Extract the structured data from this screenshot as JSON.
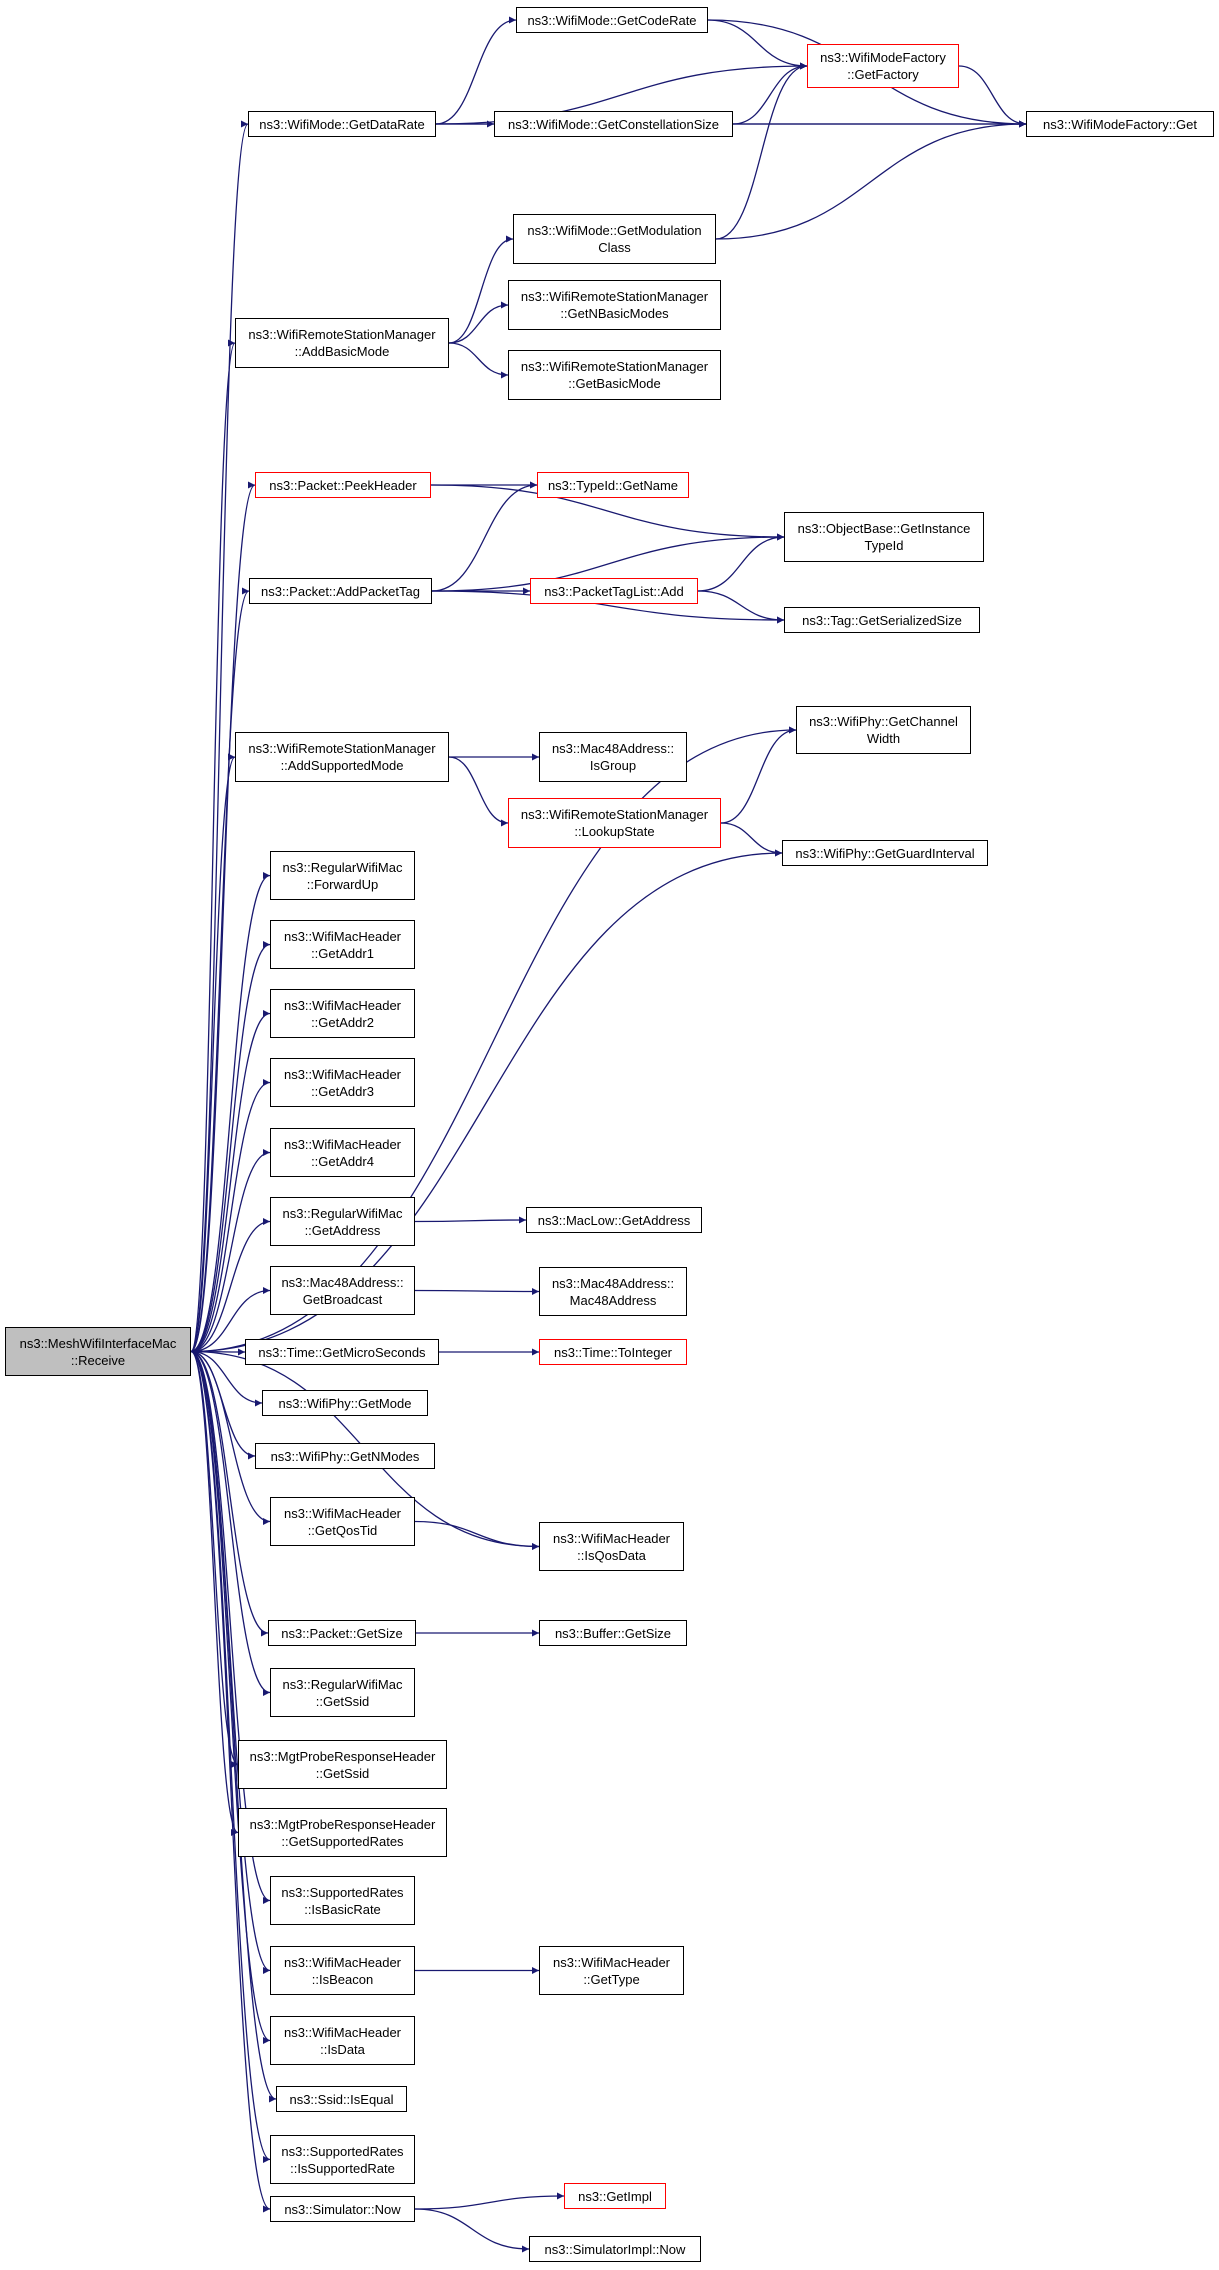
{
  "colors": {
    "edge": "#191970",
    "border": "#000000",
    "border_incomplete": "#ff0000",
    "root_fill": "#bfbfbf"
  },
  "nodes": [
    {
      "id": "root",
      "lines": [
        "ns3::MeshWifiInterfaceMac",
        "::Receive"
      ],
      "style": "root"
    },
    {
      "id": "getcoderate",
      "lines": [
        "ns3::WifiMode::GetCodeRate"
      ],
      "style": "normal"
    },
    {
      "id": "getfactory",
      "lines": [
        "ns3::WifiModeFactory",
        "::GetFactory"
      ],
      "style": "red"
    },
    {
      "id": "getdatarate",
      "lines": [
        "ns3::WifiMode::GetDataRate"
      ],
      "style": "normal"
    },
    {
      "id": "getconst",
      "lines": [
        "ns3::WifiMode::GetConstellationSize"
      ],
      "style": "normal"
    },
    {
      "id": "factoryget",
      "lines": [
        "ns3::WifiModeFactory::Get"
      ],
      "style": "normal"
    },
    {
      "id": "getmodclass",
      "lines": [
        "ns3::WifiMode::GetModulation",
        "Class"
      ],
      "style": "normal"
    },
    {
      "id": "addbasic",
      "lines": [
        "ns3::WifiRemoteStationManager",
        "::AddBasicMode"
      ],
      "style": "normal"
    },
    {
      "id": "getnbasic",
      "lines": [
        "ns3::WifiRemoteStationManager",
        "::GetNBasicModes"
      ],
      "style": "normal"
    },
    {
      "id": "getbasic",
      "lines": [
        "ns3::WifiRemoteStationManager",
        "::GetBasicMode"
      ],
      "style": "normal"
    },
    {
      "id": "peekheader",
      "lines": [
        "ns3::Packet::PeekHeader"
      ],
      "style": "red"
    },
    {
      "id": "getname",
      "lines": [
        "ns3::TypeId::GetName"
      ],
      "style": "red"
    },
    {
      "id": "getinstance",
      "lines": [
        "ns3::ObjectBase::GetInstance",
        "TypeId"
      ],
      "style": "normal"
    },
    {
      "id": "addpackettag",
      "lines": [
        "ns3::Packet::AddPacketTag"
      ],
      "style": "normal"
    },
    {
      "id": "ptladd",
      "lines": [
        "ns3::PacketTagList::Add"
      ],
      "style": "red"
    },
    {
      "id": "tagsize",
      "lines": [
        "ns3::Tag::GetSerializedSize"
      ],
      "style": "normal"
    },
    {
      "id": "chanwidth",
      "lines": [
        "ns3::WifiPhy::GetChannel",
        "Width"
      ],
      "style": "normal"
    },
    {
      "id": "addsupported",
      "lines": [
        "ns3::WifiRemoteStationManager",
        "::AddSupportedMode"
      ],
      "style": "normal"
    },
    {
      "id": "isgroup",
      "lines": [
        "ns3::Mac48Address::",
        "IsGroup"
      ],
      "style": "normal"
    },
    {
      "id": "lookup",
      "lines": [
        "ns3::WifiRemoteStationManager",
        "::LookupState"
      ],
      "style": "red"
    },
    {
      "id": "guard",
      "lines": [
        "ns3::WifiPhy::GetGuardInterval"
      ],
      "style": "normal"
    },
    {
      "id": "forwardup",
      "lines": [
        "ns3::RegularWifiMac",
        "::ForwardUp"
      ],
      "style": "normal"
    },
    {
      "id": "addr1",
      "lines": [
        "ns3::WifiMacHeader",
        "::GetAddr1"
      ],
      "style": "normal"
    },
    {
      "id": "addr2",
      "lines": [
        "ns3::WifiMacHeader",
        "::GetAddr2"
      ],
      "style": "normal"
    },
    {
      "id": "addr3",
      "lines": [
        "ns3::WifiMacHeader",
        "::GetAddr3"
      ],
      "style": "normal"
    },
    {
      "id": "addr4",
      "lines": [
        "ns3::WifiMacHeader",
        "::GetAddr4"
      ],
      "style": "normal"
    },
    {
      "id": "rwmgetaddr",
      "lines": [
        "ns3::RegularWifiMac",
        "::GetAddress"
      ],
      "style": "normal"
    },
    {
      "id": "maclowaddr",
      "lines": [
        "ns3::MacLow::GetAddress"
      ],
      "style": "normal"
    },
    {
      "id": "getbroadcast",
      "lines": [
        "ns3::Mac48Address::",
        "GetBroadcast"
      ],
      "style": "normal"
    },
    {
      "id": "mac48",
      "lines": [
        "ns3::Mac48Address::",
        "Mac48Address"
      ],
      "style": "normal"
    },
    {
      "id": "micro",
      "lines": [
        "ns3::Time::GetMicroSeconds"
      ],
      "style": "normal"
    },
    {
      "id": "toint",
      "lines": [
        "ns3::Time::ToInteger"
      ],
      "style": "red"
    },
    {
      "id": "getmode",
      "lines": [
        "ns3::WifiPhy::GetMode"
      ],
      "style": "normal"
    },
    {
      "id": "getnmodes",
      "lines": [
        "ns3::WifiPhy::GetNModes"
      ],
      "style": "normal"
    },
    {
      "id": "qostid",
      "lines": [
        "ns3::WifiMacHeader",
        "::GetQosTid"
      ],
      "style": "normal"
    },
    {
      "id": "isqos",
      "lines": [
        "ns3::WifiMacHeader",
        "::IsQosData"
      ],
      "style": "normal"
    },
    {
      "id": "pktsize",
      "lines": [
        "ns3::Packet::GetSize"
      ],
      "style": "normal"
    },
    {
      "id": "bufsize",
      "lines": [
        "ns3::Buffer::GetSize"
      ],
      "style": "normal"
    },
    {
      "id": "getssid",
      "lines": [
        "ns3::RegularWifiMac",
        "::GetSsid"
      ],
      "style": "normal"
    },
    {
      "id": "mgtssid",
      "lines": [
        "ns3::MgtProbeResponseHeader",
        "::GetSsid"
      ],
      "style": "normal"
    },
    {
      "id": "mgtrates",
      "lines": [
        "ns3::MgtProbeResponseHeader",
        "::GetSupportedRates"
      ],
      "style": "normal"
    },
    {
      "id": "isbasicrate",
      "lines": [
        "ns3::SupportedRates",
        "::IsBasicRate"
      ],
      "style": "normal"
    },
    {
      "id": "isbeacon",
      "lines": [
        "ns3::WifiMacHeader",
        "::IsBeacon"
      ],
      "style": "normal"
    },
    {
      "id": "gettype",
      "lines": [
        "ns3::WifiMacHeader",
        "::GetType"
      ],
      "style": "normal"
    },
    {
      "id": "isdata",
      "lines": [
        "ns3::WifiMacHeader",
        "::IsData"
      ],
      "style": "normal"
    },
    {
      "id": "ssidequal",
      "lines": [
        "ns3::Ssid::IsEqual"
      ],
      "style": "normal"
    },
    {
      "id": "issuprate",
      "lines": [
        "ns3::SupportedRates",
        "::IsSupportedRate"
      ],
      "style": "normal"
    },
    {
      "id": "simnow",
      "lines": [
        "ns3::Simulator::Now"
      ],
      "style": "normal"
    },
    {
      "id": "getimpl",
      "lines": [
        "ns3::GetImpl"
      ],
      "style": "red"
    },
    {
      "id": "implnow",
      "lines": [
        "ns3::SimulatorImpl::Now"
      ],
      "style": "normal"
    }
  ],
  "edges": [
    [
      "root",
      "getdatarate"
    ],
    [
      "root",
      "addbasic"
    ],
    [
      "root",
      "peekheader"
    ],
    [
      "root",
      "addpackettag"
    ],
    [
      "root",
      "chanwidth"
    ],
    [
      "root",
      "addsupported"
    ],
    [
      "root",
      "guard"
    ],
    [
      "root",
      "forwardup"
    ],
    [
      "root",
      "addr1"
    ],
    [
      "root",
      "addr2"
    ],
    [
      "root",
      "addr3"
    ],
    [
      "root",
      "addr4"
    ],
    [
      "root",
      "rwmgetaddr"
    ],
    [
      "root",
      "getbroadcast"
    ],
    [
      "root",
      "micro"
    ],
    [
      "root",
      "getmode"
    ],
    [
      "root",
      "getnmodes"
    ],
    [
      "root",
      "qostid"
    ],
    [
      "root",
      "isqos"
    ],
    [
      "root",
      "pktsize"
    ],
    [
      "root",
      "getssid"
    ],
    [
      "root",
      "mgtssid"
    ],
    [
      "root",
      "mgtrates"
    ],
    [
      "root",
      "isbasicrate"
    ],
    [
      "root",
      "isbeacon"
    ],
    [
      "root",
      "isdata"
    ],
    [
      "root",
      "ssidequal"
    ],
    [
      "root",
      "issuprate"
    ],
    [
      "root",
      "simnow"
    ],
    [
      "getdatarate",
      "getcoderate"
    ],
    [
      "getdatarate",
      "getfactory"
    ],
    [
      "getdatarate",
      "getconst"
    ],
    [
      "getdatarate",
      "factoryget"
    ],
    [
      "getcoderate",
      "getfactory"
    ],
    [
      "getcoderate",
      "factoryget"
    ],
    [
      "getconst",
      "getfactory"
    ],
    [
      "getconst",
      "factoryget"
    ],
    [
      "getfactory",
      "factoryget"
    ],
    [
      "getmodclass",
      "getfactory"
    ],
    [
      "getmodclass",
      "factoryget"
    ],
    [
      "addbasic",
      "getmodclass"
    ],
    [
      "addbasic",
      "getnbasic"
    ],
    [
      "addbasic",
      "getbasic"
    ],
    [
      "peekheader",
      "getname"
    ],
    [
      "peekheader",
      "getinstance"
    ],
    [
      "addpackettag",
      "getname"
    ],
    [
      "addpackettag",
      "getinstance"
    ],
    [
      "addpackettag",
      "ptladd"
    ],
    [
      "addpackettag",
      "tagsize"
    ],
    [
      "ptladd",
      "getinstance"
    ],
    [
      "ptladd",
      "tagsize"
    ],
    [
      "addsupported",
      "isgroup"
    ],
    [
      "addsupported",
      "lookup"
    ],
    [
      "lookup",
      "chanwidth"
    ],
    [
      "lookup",
      "guard"
    ],
    [
      "rwmgetaddr",
      "maclowaddr"
    ],
    [
      "getbroadcast",
      "mac48"
    ],
    [
      "micro",
      "toint"
    ],
    [
      "qostid",
      "isqos"
    ],
    [
      "pktsize",
      "bufsize"
    ],
    [
      "isbeacon",
      "gettype"
    ],
    [
      "simnow",
      "getimpl"
    ],
    [
      "simnow",
      "implnow"
    ]
  ]
}
